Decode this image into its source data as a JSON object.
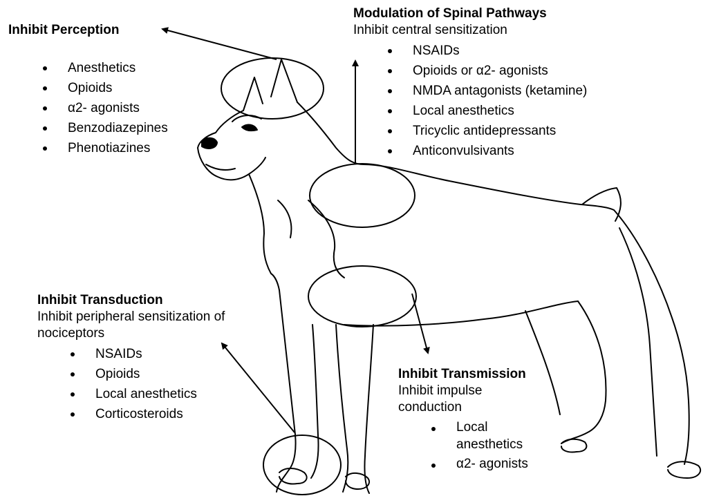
{
  "colors": {
    "line": "#000000",
    "background": "#ffffff"
  },
  "perception": {
    "heading": "Inhibit Perception",
    "items": [
      "Anesthetics",
      "Opioids",
      "α2- agonists",
      "Benzodiazepines",
      "Phenotiazines"
    ]
  },
  "modulation": {
    "heading": "Modulation of Spinal Pathways",
    "subtitle": "Inhibit central sensitization",
    "items": [
      "NSAIDs",
      "Opioids or α2- agonists",
      "NMDA antagonists (ketamine)",
      "Local anesthetics",
      "Tricyclic antidepressants",
      "Anticonvulsivants"
    ]
  },
  "transduction": {
    "heading": "Inhibit Transduction",
    "subtitle": "Inhibit peripheral sensitization of nociceptors",
    "items": [
      "NSAIDs",
      "Opioids",
      "Local anesthetics",
      "Corticosteroids"
    ]
  },
  "transmission": {
    "heading": "Inhibit Transmission",
    "subtitle": "Inhibit impulse conduction",
    "items": [
      "Local anesthetics",
      "α2- agonists"
    ]
  }
}
